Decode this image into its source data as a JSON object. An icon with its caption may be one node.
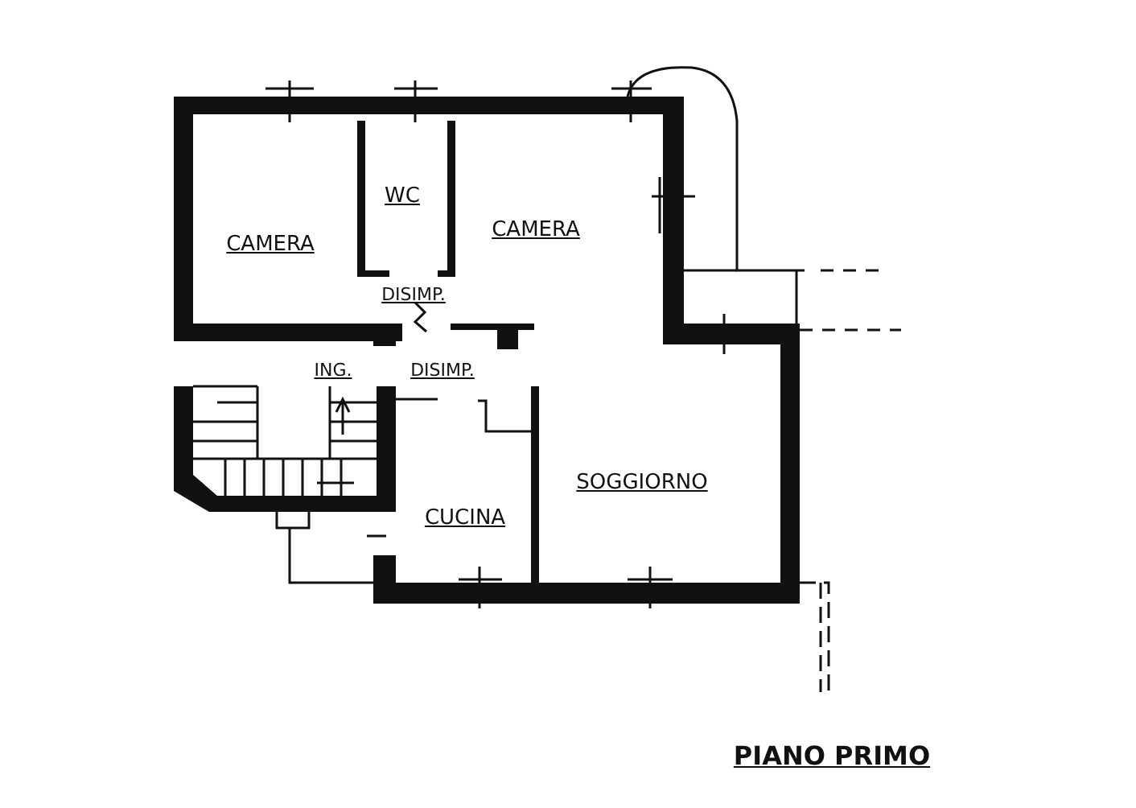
{
  "diagram": {
    "title": "PIANO PRIMO",
    "labels": [
      "CAMERA",
      "WC",
      "CAMERA",
      "DISIMP.",
      "ING.",
      "DISIMP.",
      "SOGGIORNO",
      "CUCINA"
    ]
  }
}
